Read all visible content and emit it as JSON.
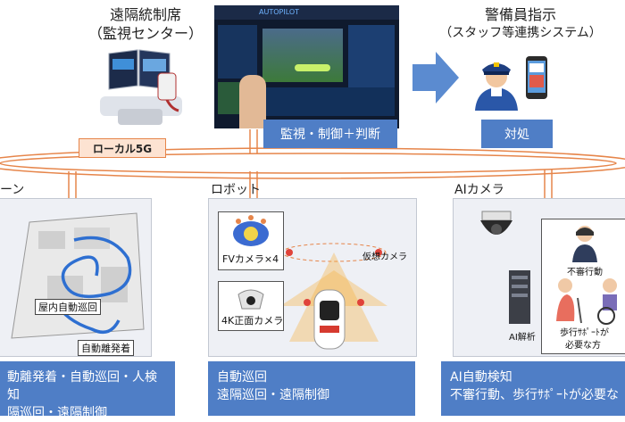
{
  "top": {
    "center_title_1": "遠隔統制席",
    "center_title_2": "（監視センター）",
    "guard_title_1": "警備員指示",
    "guard_title_2": "（スタッフ等連携システム）",
    "monitor_box": "監視・制御＋判断",
    "action_box": "対処",
    "screen_brand": "AUTOPILOT",
    "local5g": "ローカル5G"
  },
  "sections": {
    "drone": {
      "label": "ーン",
      "tag1": "屋内自動巡回",
      "tag2": "自動離発着",
      "bottom_line1": "動離発着・自動巡回・人検知",
      "bottom_line2": "隔巡回・遠隔制御"
    },
    "robot": {
      "label": "ロボット",
      "fv_camera": "FVカメラ×4",
      "k4_camera": "4K正面カメラ",
      "virtual_camera": "仮想カメラ",
      "bottom_line1": "自動巡回",
      "bottom_line2": "遠隔巡回・遠隔制御"
    },
    "ai": {
      "label": "AIカメラ",
      "analysis": "AI解析",
      "suspicious": "不審行動",
      "walk_support_1": "歩行ｻﾎﾟｰﾄが",
      "walk_support_2": "必要な方",
      "bottom_line1": "AI自動検知",
      "bottom_line2": "不審行動、歩行ｻﾎﾟｰﾄが必要な"
    }
  },
  "colors": {
    "accent_blue": "#4f7ec6",
    "orange_line": "#e6854a",
    "panel_bg": "#eef0f5"
  }
}
